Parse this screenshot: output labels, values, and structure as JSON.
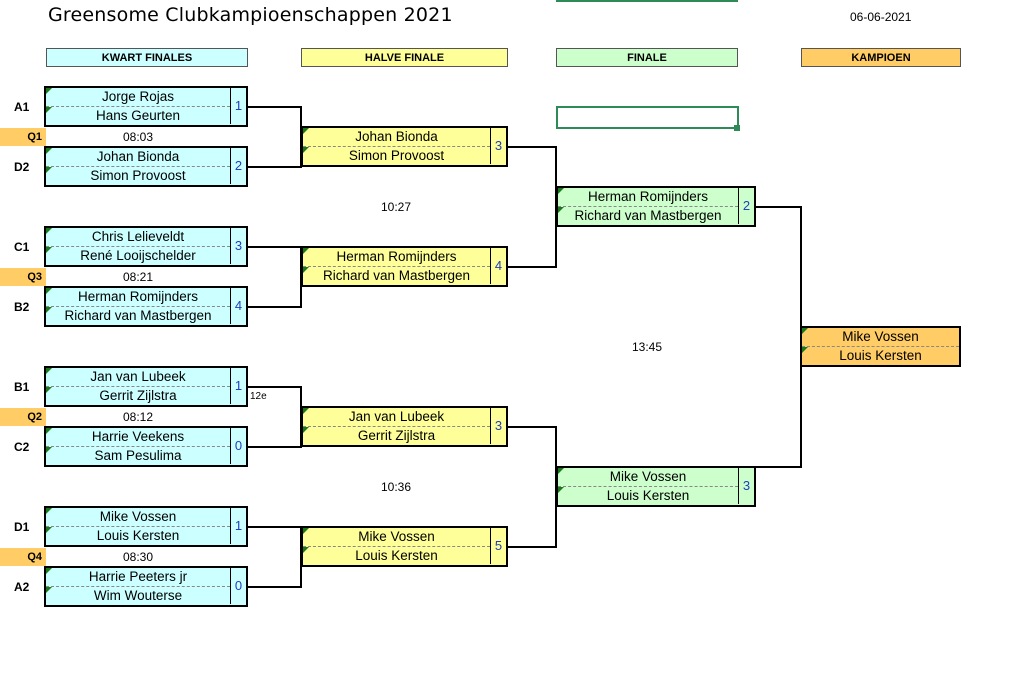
{
  "title": "Greensome Clubkampioenschappen 2021",
  "date": "06-06-2021",
  "headers": {
    "quarter": "KWART FINALES",
    "semi": "HALVE FINALE",
    "final": "FINALE",
    "champion": "KAMPIOEN"
  },
  "quarterfinals": [
    {
      "slot_top": "A1",
      "p1": "Jorge Rojas",
      "p2": "Hans Geurten",
      "score": "1",
      "q": "Q1",
      "time": "08:03"
    },
    {
      "slot_top": "D2",
      "p1": "Johan Bionda",
      "p2": "Simon Provoost",
      "score": "2"
    },
    {
      "slot_top": "C1",
      "p1": "Chris Lelieveldt",
      "p2": "René Looijschelder",
      "score": "3",
      "q": "Q3",
      "time": "08:21"
    },
    {
      "slot_top": "B2",
      "p1": "Herman Romijnders",
      "p2": "Richard van Mastbergen",
      "score": "4"
    },
    {
      "slot_top": "B1",
      "p1": "Jan van Lubeek",
      "p2": "Gerrit Zijlstra",
      "score": "1",
      "q": "Q2",
      "time": "08:12",
      "note": "12e"
    },
    {
      "slot_top": "C2",
      "p1": "Harrie Veekens",
      "p2": "Sam Pesulima",
      "score": "0"
    },
    {
      "slot_top": "D1",
      "p1": "Mike Vossen",
      "p2": "Louis Kersten",
      "score": "1",
      "q": "Q4",
      "time": "08:30"
    },
    {
      "slot_top": "A2",
      "p1": "Harrie Peeters jr",
      "p2": "Wim Wouterse",
      "score": "0"
    }
  ],
  "semifinals": [
    {
      "p1": "Johan Bionda",
      "p2": "Simon Provoost",
      "score": "3"
    },
    {
      "p1": "Herman Romijnders",
      "p2": "Richard van Mastbergen",
      "score": "4"
    },
    {
      "p1": "Jan van Lubeek",
      "p2": "Gerrit Zijlstra",
      "score": "3"
    },
    {
      "p1": "Mike Vossen",
      "p2": "Louis Kersten",
      "score": "5"
    }
  ],
  "semi_times": [
    "10:27",
    "10:36"
  ],
  "finals": [
    {
      "p1": "Herman Romijnders",
      "p2": "Richard van Mastbergen",
      "score": "2"
    },
    {
      "p1": "Mike Vossen",
      "p2": "Louis Kersten",
      "score": "3"
    }
  ],
  "final_time": "13:45",
  "champion": {
    "p1": "Mike Vossen",
    "p2": "Louis Kersten"
  }
}
